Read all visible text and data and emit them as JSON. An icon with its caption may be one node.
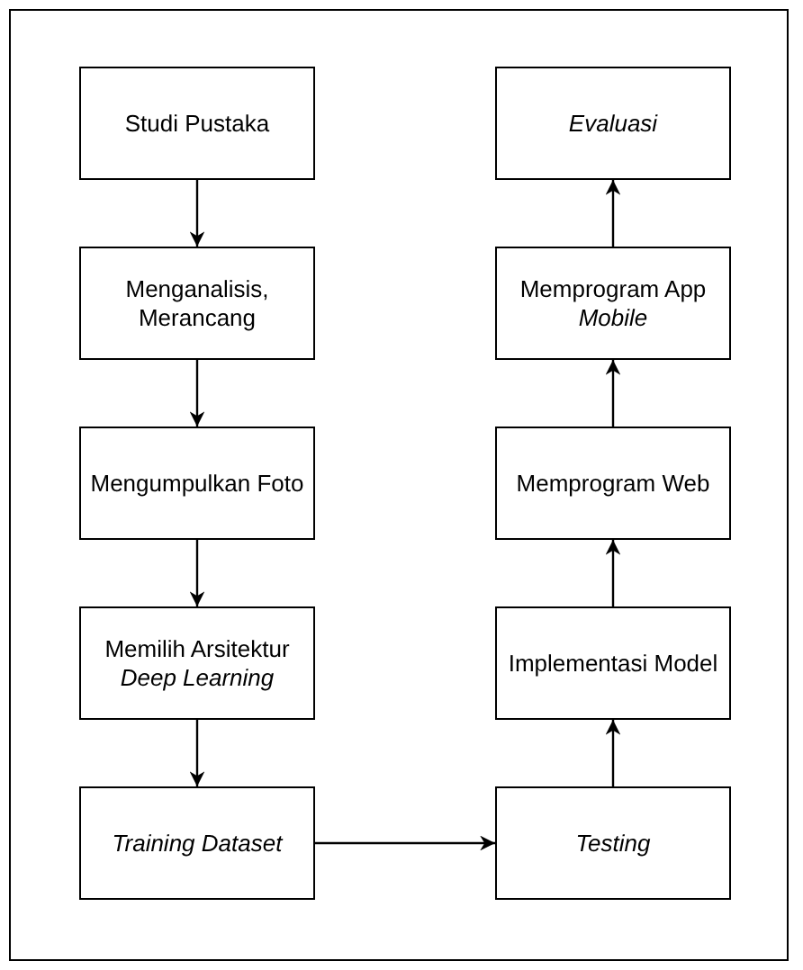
{
  "diagram": {
    "nodes": [
      {
        "text": [
          "Studi Pustaka"
        ]
      },
      {
        "text": [
          "Menganalisis, Merancang"
        ]
      },
      {
        "text": [
          "Mengumpulkan Foto"
        ]
      },
      {
        "text": [
          "Memilih Arsitektur *Deep Learning*"
        ]
      },
      {
        "text": [
          "Training Dataset"
        ]
      },
      {
        "text": [
          "Testing"
        ]
      },
      {
        "text": [
          "Implementasi Model"
        ]
      },
      {
        "text": [
          "Memprogram Web"
        ]
      },
      {
        "text": [
          "Memprogram App *Mobile*"
        ]
      },
      {
        "text": [
          "Evaluasi"
        ]
      }
    ],
    "edges": [
      {
        "from": 0,
        "to": 1,
        "arrow": "to"
      },
      {
        "from": 1,
        "to": 2,
        "arrow": "to"
      },
      {
        "from": 2,
        "to": 3,
        "arrow": "to"
      },
      {
        "from": 3,
        "to": 4,
        "arrow": "to"
      },
      {
        "from": 4,
        "to": 5,
        "arrow": "to"
      },
      {
        "from": 5,
        "to": 6,
        "arrow": "to"
      },
      {
        "from": 6,
        "to": 7,
        "arrow": "to"
      },
      {
        "from": 7,
        "to": 8,
        "arrow": "to"
      },
      {
        "from": 8,
        "to": 9,
        "arrow": "to"
      }
    ]
  }
}
